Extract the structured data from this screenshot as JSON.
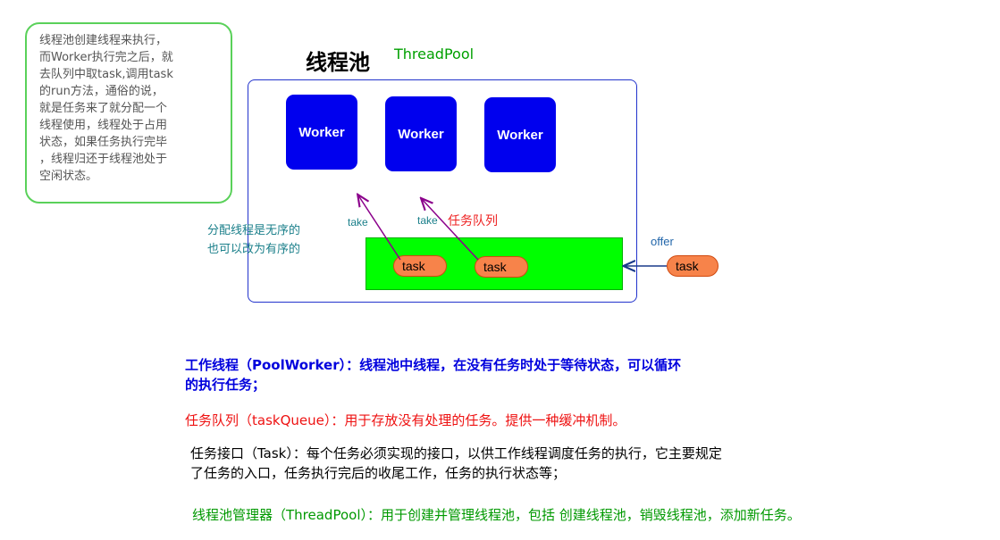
{
  "note": {
    "lines": [
      "线程池创建线程来执行，",
      "而Worker执行完之后，就",
      "去队列中取task,调用task",
      "的run方法，通俗的说，",
      "就是任务来了就分配一个",
      "线程使用，线程处于占用",
      "状态，如果任务执行完毕",
      "，线程归还于线程池处于",
      "空闲状态。"
    ]
  },
  "pool": {
    "title": "线程池",
    "subtitle": "ThreadPool",
    "workers": [
      "Worker",
      "Worker",
      "Worker"
    ]
  },
  "queue": {
    "label": "任务队列",
    "tasks": [
      "task",
      "task"
    ],
    "take_labels": [
      "take",
      "take"
    ]
  },
  "assign_note": [
    "分配线程是无序的",
    "也可以改为有序的"
  ],
  "offer": {
    "label": "offer",
    "task": "task"
  },
  "descriptions": [
    {
      "lines": [
        "工作线程（PoolWorker）：线程池中线程，在没有任务时处于等待状态，可以循环",
        "的执行任务；"
      ],
      "color": "#0000dd"
    },
    {
      "lines": [
        "任务队列（taskQueue）：用于存放没有处理的任务。提供一种缓冲机制。"
      ],
      "color": "#ee1111"
    },
    {
      "lines": [
        "任务接口（Task）：每个任务必须实现的接口，以供工作线程调度任务的执行，它主要规定",
        "了任务的入口，任务执行完后的收尾工作，任务的执行状态等；"
      ],
      "color": "#000000"
    },
    {
      "lines": [
        "线程池管理器（ThreadPool）：用于创建并管理线程池，包括 创建线程池，销毁线程池，添加新任务。"
      ],
      "color": "#009900"
    }
  ],
  "colors": {
    "worker": "#0000ee",
    "queue": "#00ff00",
    "task": "#f7834a",
    "take_arrow": "#8b008b",
    "offer_arrow": "#1a3a8a"
  }
}
